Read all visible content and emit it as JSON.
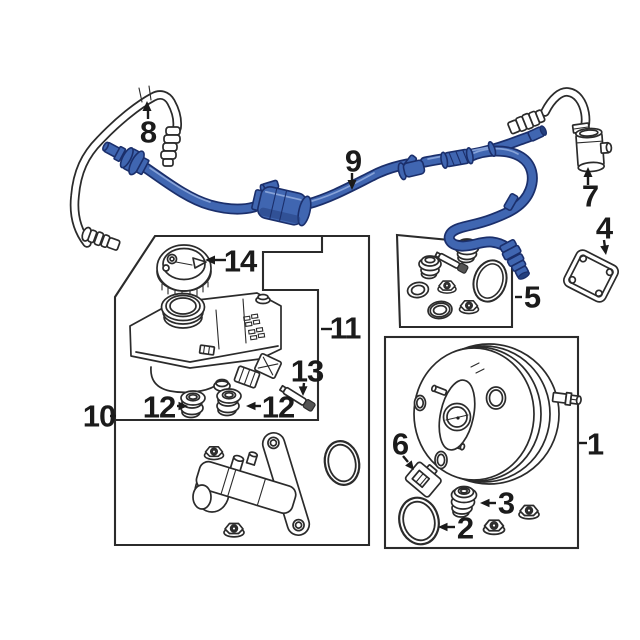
{
  "image": {
    "background": "#ffffff",
    "border_color": "#dedede",
    "line_color": "#2b2b2b",
    "label_color": "#1b1b1b",
    "highlight_fill": "#4066b1",
    "highlight_outline": "#1b2f6b",
    "highlight_shade": "#24407f",
    "highlight_light": "#86a2d8"
  },
  "diagram": {
    "type": "exploded-parts-line-drawing",
    "highlighted_callout": "9",
    "callouts": [
      {
        "label": "1"
      },
      {
        "label": "2"
      },
      {
        "label": "3"
      },
      {
        "label": "4"
      },
      {
        "label": "5"
      },
      {
        "label": "6"
      },
      {
        "label": "7"
      },
      {
        "label": "8"
      },
      {
        "label": "9"
      },
      {
        "label": "10"
      },
      {
        "label": "11"
      },
      {
        "label": "12"
      },
      {
        "label": "12"
      },
      {
        "label": "13"
      },
      {
        "label": "14"
      }
    ]
  }
}
